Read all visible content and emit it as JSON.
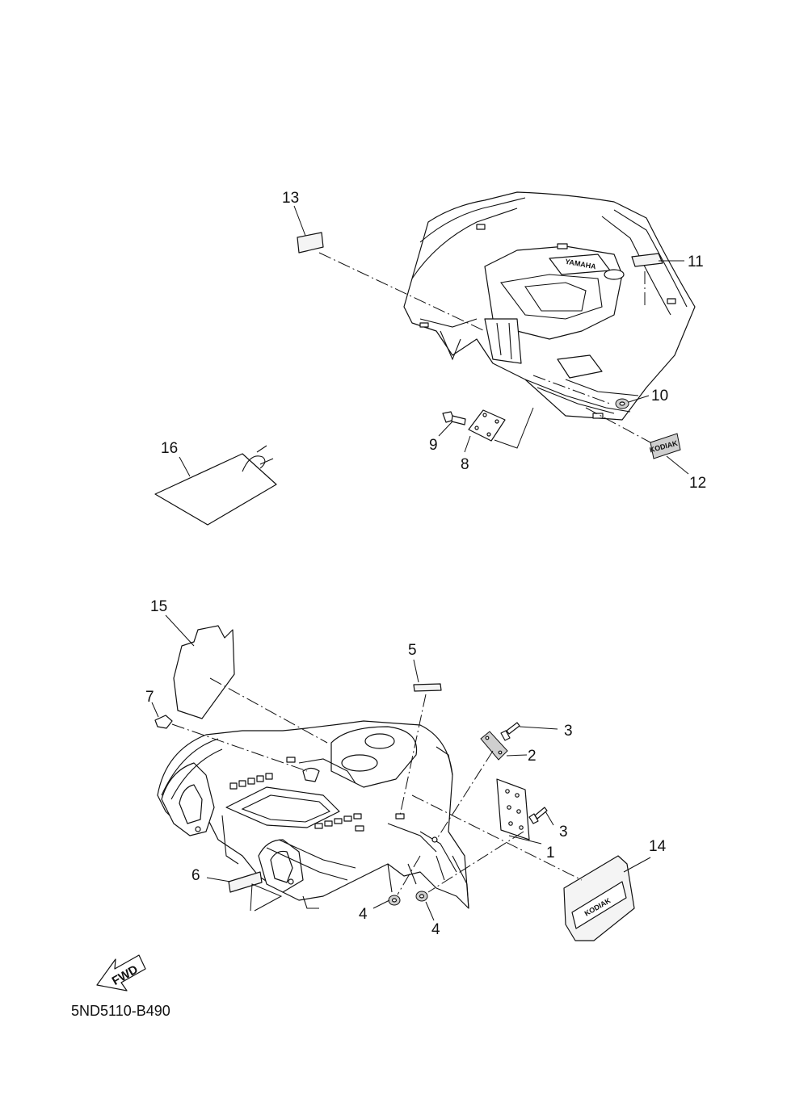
{
  "diagram_code": "5ND5110-B490",
  "fwd_label": "FWD",
  "callouts": [
    "1",
    "2",
    "3",
    "3",
    "4",
    "4",
    "5",
    "6",
    "7",
    "8",
    "9",
    "10",
    "11",
    "12",
    "13",
    "14",
    "15",
    "16"
  ],
  "decal_text": {
    "rear_fender_logo": "YAMAHA",
    "plate_12": "KODIAK",
    "emblem_14": "KODIAK"
  }
}
